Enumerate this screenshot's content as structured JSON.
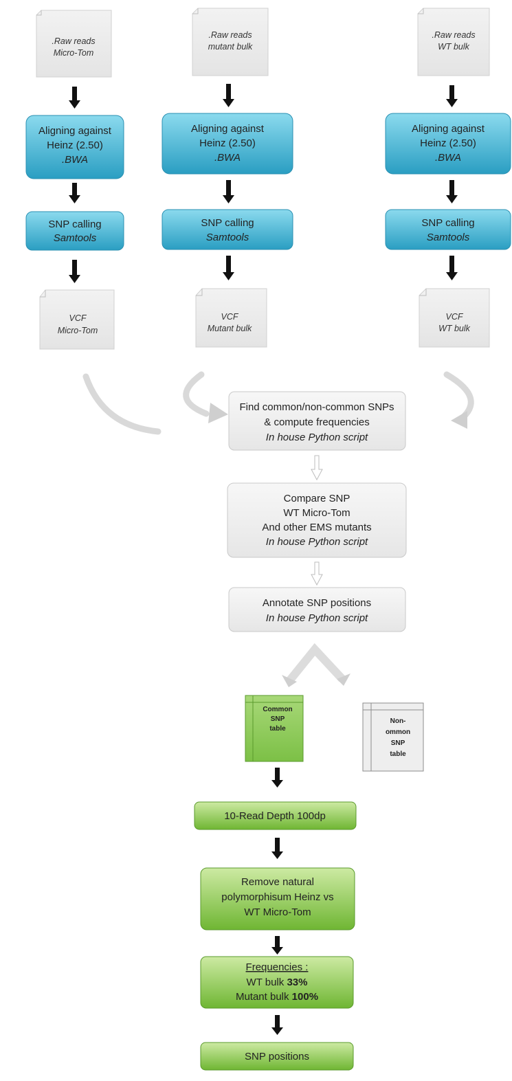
{
  "colors": {
    "blue_top": "#7ad3ea",
    "blue_bottom": "#2a9ec2",
    "green_top": "#c6e69a",
    "green_bottom": "#6fb633",
    "grey_box": "#efefef",
    "doc": "#ececec",
    "arrow": "#111111"
  },
  "inputs": [
    {
      "label": ".Raw reads",
      "name": "Micro-Tom"
    },
    {
      "label": ".Raw reads",
      "name": "mutant  bulk"
    },
    {
      "label": ".Raw reads",
      "name": "WT bulk"
    }
  ],
  "align_step": {
    "line1": "Aligning against",
    "line2": "Heinz (2.50)",
    "tool": ".BWA"
  },
  "snp_step": {
    "line1": "SNP calling",
    "tool": "Samtools"
  },
  "vcf": [
    {
      "label": "VCF",
      "name": "Micro-Tom"
    },
    {
      "label": "VCF",
      "name": "Mutant bulk"
    },
    {
      "label": "VCF",
      "name": "WT bulk"
    }
  ],
  "find_common": {
    "line1": "Find common/non-common SNPs",
    "line2": "& compute frequencies",
    "tool": "In house Python script"
  },
  "compare": {
    "line1": "Compare SNP",
    "line2": "WT Micro-Tom",
    "line3": "And other EMS mutants",
    "tool": "In house Python script"
  },
  "annotate": {
    "line1": "Annotate SNP positions",
    "tool": "In house Python script"
  },
  "common_table": {
    "line1": "Common",
    "line2": "SNP",
    "line3": "table"
  },
  "noncommon_table": {
    "line1": "Non-",
    "line2": "ommon",
    "line3": "SNP",
    "line4": "table"
  },
  "read_depth": {
    "label": "10-Read Depth 100dp"
  },
  "remove_poly": {
    "line1": "Remove natural",
    "line2": "polymorphisum Heinz vs",
    "line3": "WT Micro-Tom"
  },
  "frequencies": {
    "title": "Frequencies :",
    "wt_label": "WT bulk ",
    "wt_value": "33%",
    "mut_label": "Mutant bulk ",
    "mut_value": "100%"
  },
  "snp_positions": {
    "label": "SNP positions"
  }
}
